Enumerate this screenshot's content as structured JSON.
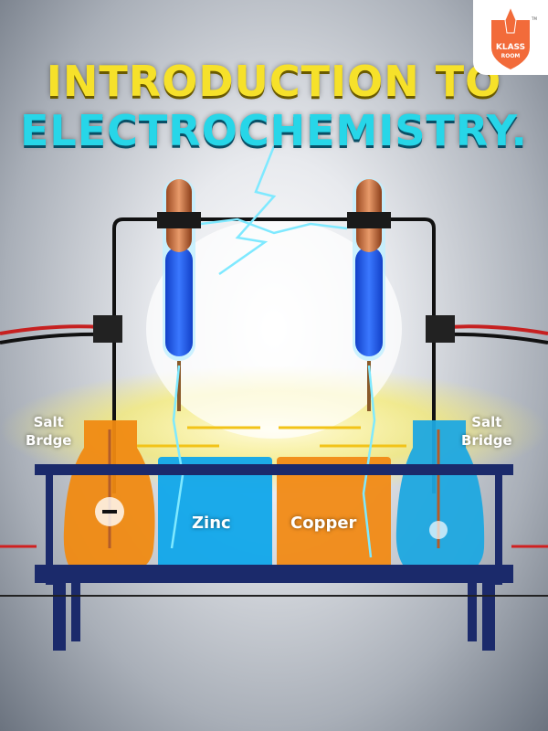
{
  "title": {
    "line1": "INTRODUCTION TO",
    "line2": "ELECTROCHEMISTRY."
  },
  "logo": {
    "line1": "KLASS",
    "line2": "ROOM",
    "tm": "TM"
  },
  "labels": {
    "salt_bridge_left": [
      "Salt",
      "Brdge"
    ],
    "salt_bridge_right": [
      "Salt",
      "Bridge"
    ],
    "zinc": "Zinc",
    "copper": "Copper"
  },
  "colors": {
    "title_yellow": "#f6e12a",
    "title_cyan": "#27d6e8",
    "logo_orange": "#f26b3a",
    "rack_navy": "#1b2a6b"
  }
}
